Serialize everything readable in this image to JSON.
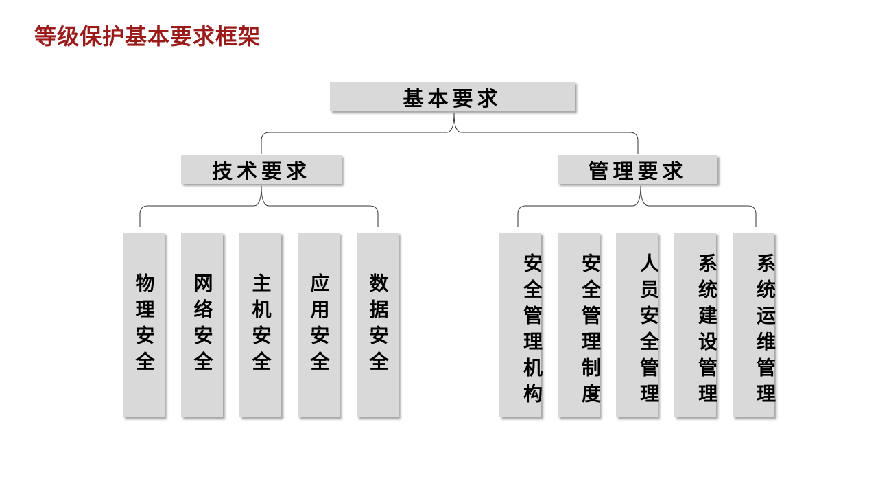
{
  "title": "等级保护基本要求框架",
  "root": {
    "label": "基本要求"
  },
  "technical": {
    "label": "技术要求",
    "items": [
      {
        "label": "物理安全"
      },
      {
        "label": "网络安全"
      },
      {
        "label": "主机安全"
      },
      {
        "label": "应用安全"
      },
      {
        "label": "数据安全"
      }
    ]
  },
  "management": {
    "label": "管理要求",
    "items": [
      {
        "label": "安全管理机构"
      },
      {
        "label": "安全管理制度"
      },
      {
        "label": "人员安全管理"
      },
      {
        "label": "系统建设管理"
      },
      {
        "label": "系统运维管理"
      }
    ]
  },
  "colors": {
    "title": "#9b1b1b",
    "box_fill": "#d9d9d9",
    "connector": "#333333"
  }
}
